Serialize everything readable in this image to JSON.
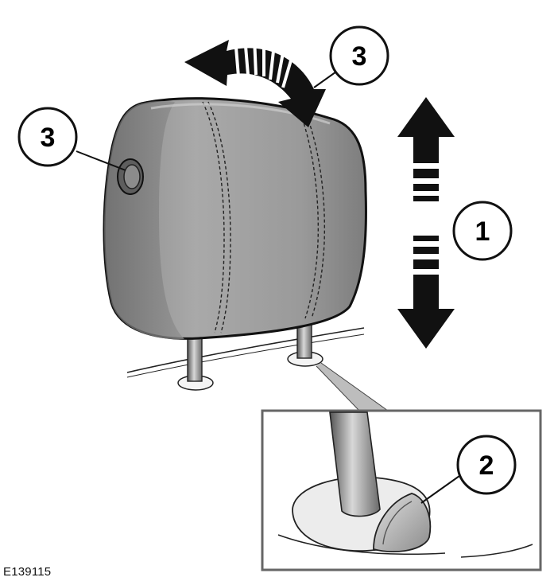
{
  "diagram": {
    "reference_code": "E139115",
    "callouts": [
      {
        "id": "tilt-arrow",
        "label": "3"
      },
      {
        "id": "side-button",
        "label": "3"
      },
      {
        "id": "height-arrow",
        "label": "1"
      },
      {
        "id": "release-button",
        "label": "2"
      }
    ]
  },
  "colors": {
    "cushion": "#9c9c9c",
    "cushion_dark": "#6f6f6f",
    "stroke": "#111111",
    "arrow": "#111111",
    "background": "#ffffff"
  }
}
